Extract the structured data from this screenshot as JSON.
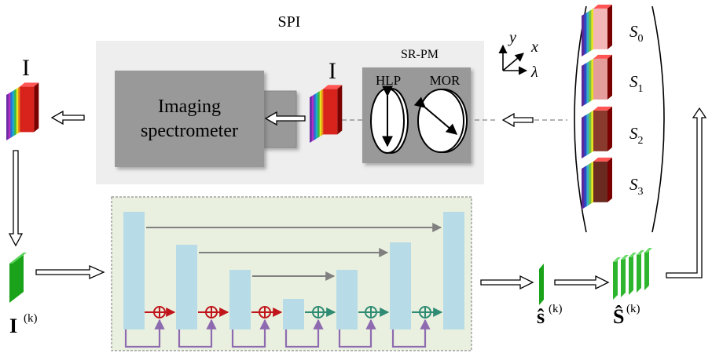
{
  "spi": {
    "title": "SPI"
  },
  "spectrometer": {
    "line1": "Imaging",
    "line2": "spectrometer"
  },
  "srpm": {
    "title": "SR-PM",
    "hlp": "HLP",
    "mor": "MOR"
  },
  "axes": {
    "y": "y",
    "x": "x",
    "lambda": "λ"
  },
  "symbols": {
    "I_top_left": "I",
    "I_inside_spi": "I",
    "I_k_base": "I",
    "I_k_sup": "(k)",
    "s_hat_base": "ŝ",
    "s_hat_sup": "(k)",
    "S_hat_base": "Ŝ",
    "S_hat_sup": "(k)"
  },
  "stokes": [
    {
      "base": "S",
      "sub": "0"
    },
    {
      "base": "S",
      "sub": "1"
    },
    {
      "base": "S",
      "sub": "2"
    },
    {
      "base": "S",
      "sub": "3"
    }
  ],
  "colors": {
    "spi_bg": "#eeeeee",
    "box_gray": "#999999",
    "net_bg": "#e9f0df",
    "layer_blue": "#b7dce8",
    "skip_arrow": "#808080",
    "red_add": "#c0151b",
    "teal_add": "#2f8b73",
    "purple_loop": "#8e6bb0",
    "green_tensor": "#33bb33"
  }
}
